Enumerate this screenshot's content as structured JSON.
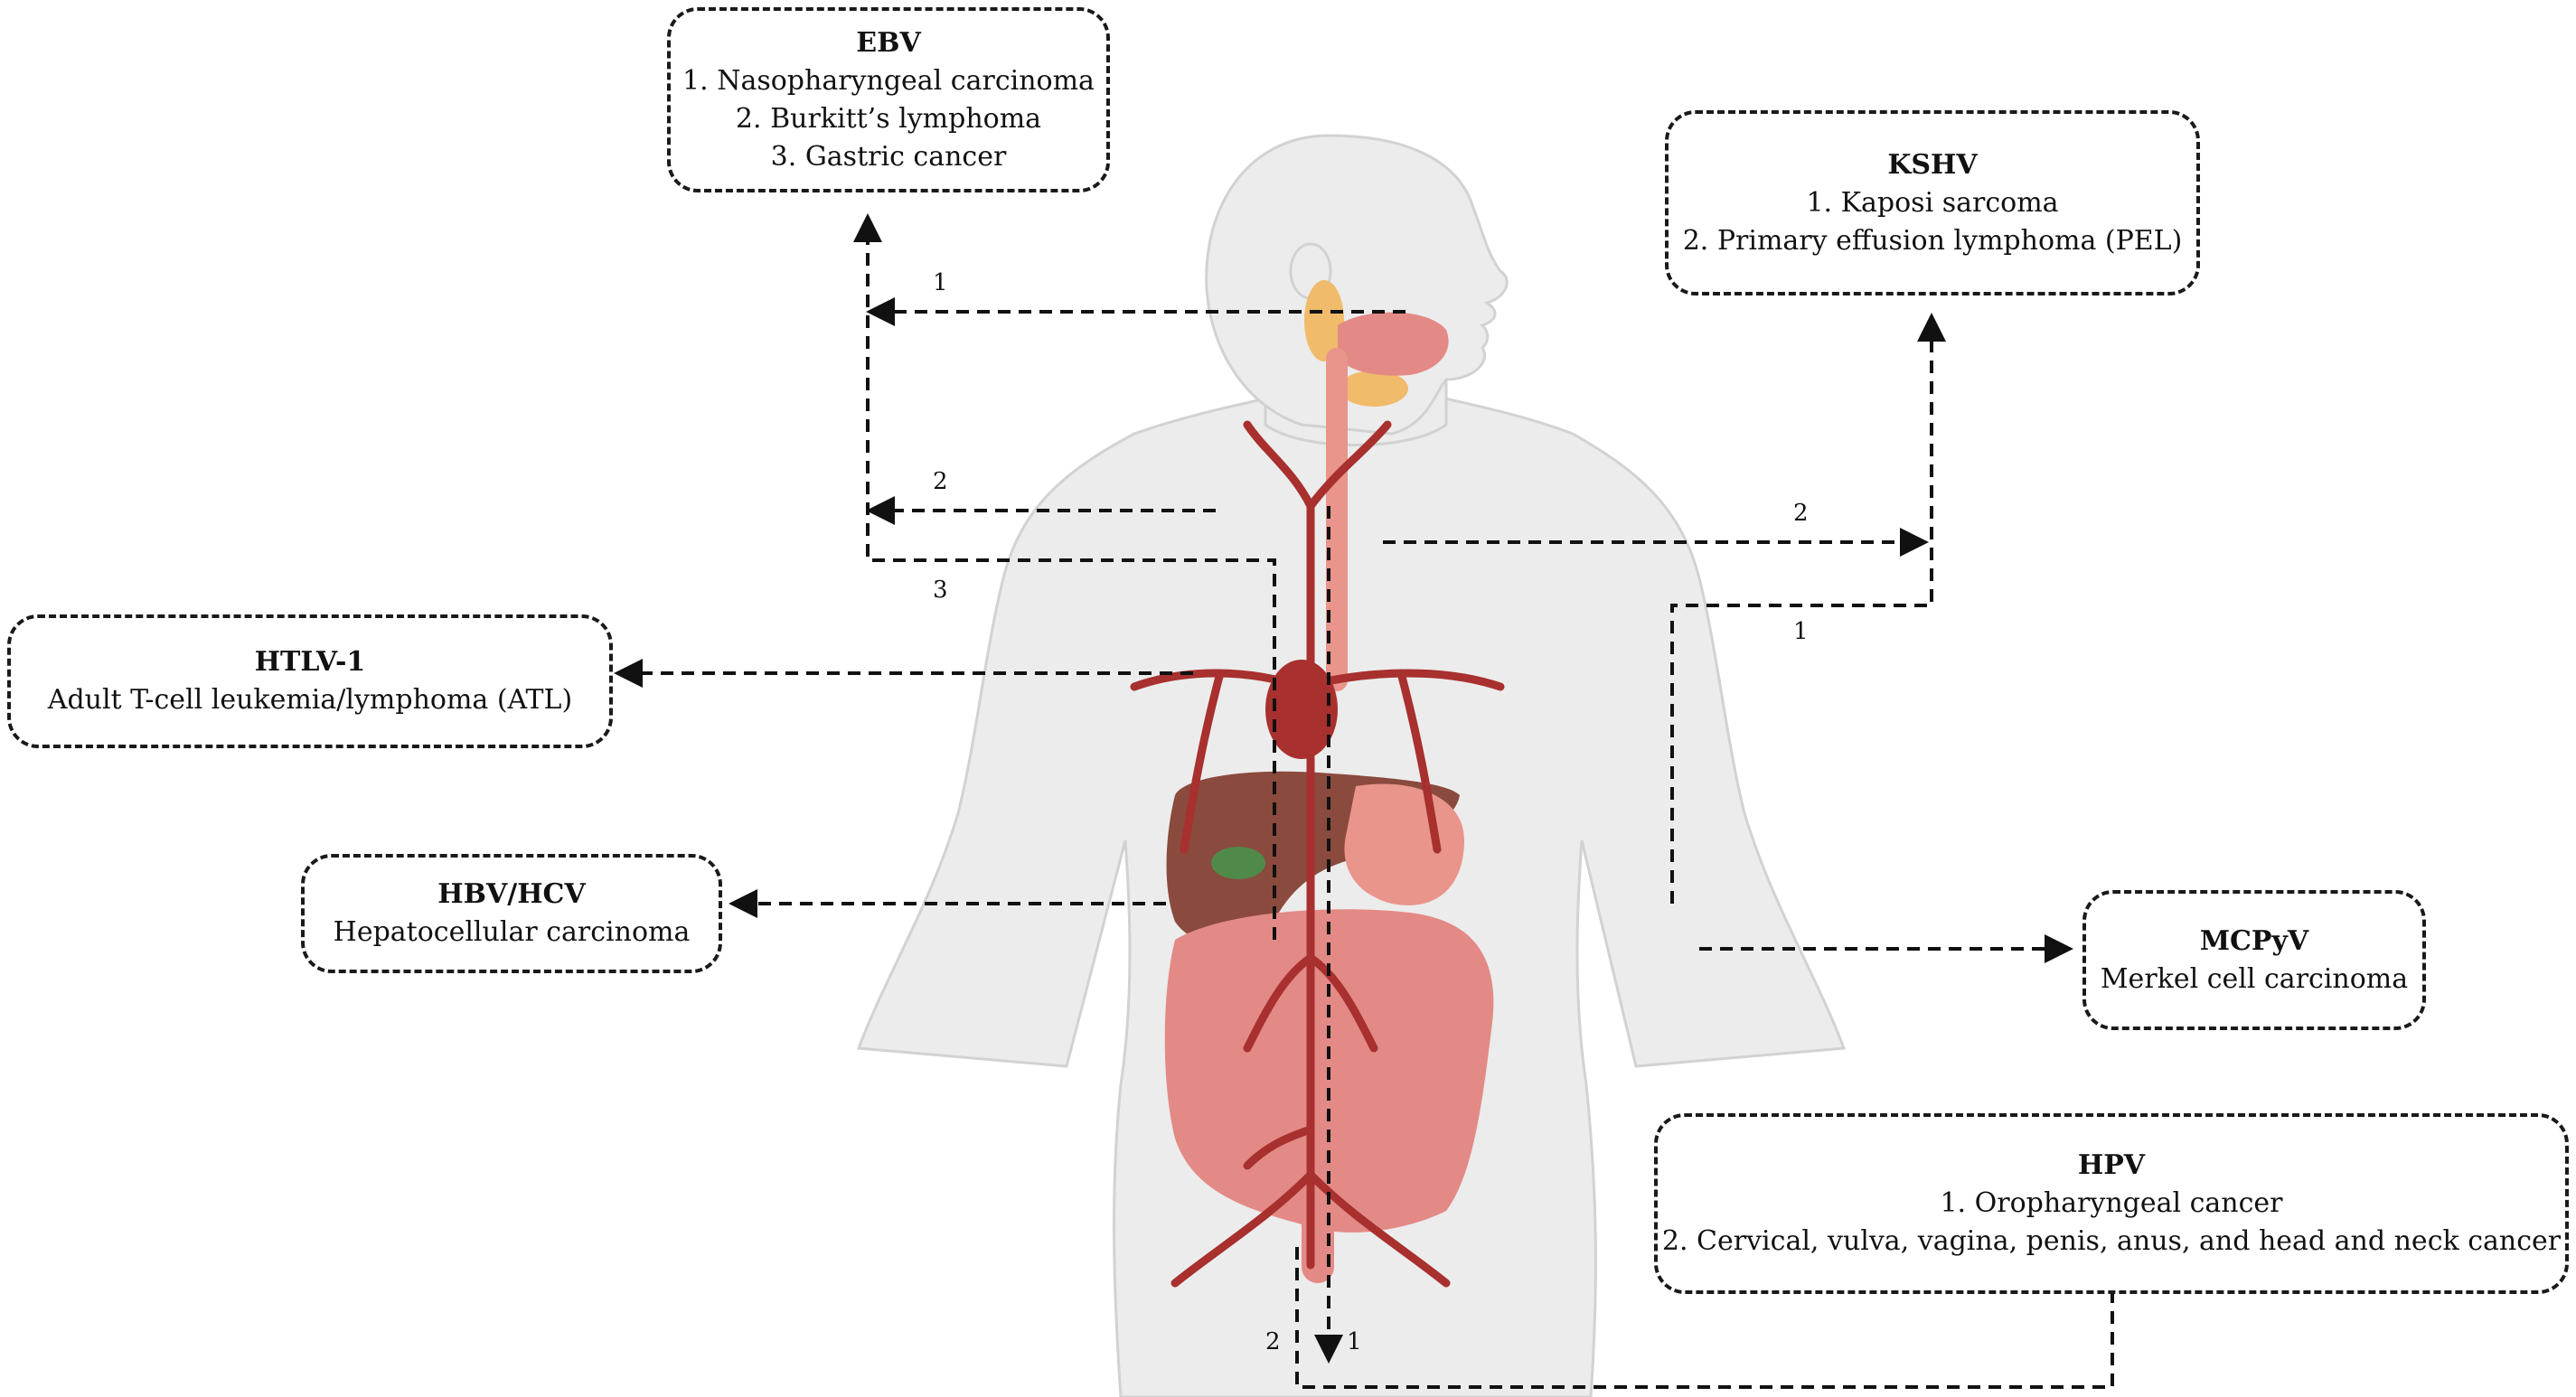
{
  "boxes": {
    "ebv": {
      "title": "EBV",
      "lines": [
        "1. Nasopharyngeal carcinoma",
        "2. Burkitt’s lymphoma",
        "3. Gastric cancer"
      ]
    },
    "kshv": {
      "title": "KSHV",
      "lines": [
        "1. Kaposi sarcoma",
        "2. Primary effusion lymphoma (PEL)"
      ]
    },
    "htlv1": {
      "title": "HTLV-1",
      "lines": [
        "Adult T-cell leukemia/lymphoma (ATL)"
      ]
    },
    "hbvhcv": {
      "title": "HBV/HCV",
      "lines": [
        "Hepatocellular carcinoma"
      ]
    },
    "mcpyv": {
      "title": "MCPyV",
      "lines": [
        "Merkel cell carcinoma"
      ]
    },
    "hpv": {
      "title": "HPV",
      "lines": [
        "1. Oropharyngeal cancer",
        "2. Cervical, vulva, vagina, penis, anus, and head and neck cancer"
      ]
    }
  },
  "arrow_labels": {
    "ebv_1": "1",
    "ebv_2": "2",
    "ebv_3": "3",
    "kshv_2": "2",
    "kshv_1": "1",
    "hpv_2": "2",
    "hpv_1": "1"
  },
  "colors": {
    "body_fill": "#ececec",
    "body_outline": "#d2d2d2",
    "artery": "#a8302e",
    "liver": "#8a4a3e",
    "intestine": "#e38a86",
    "stomach": "#e9958c",
    "gland": "#f0bb6a",
    "dash_line": "#111111"
  }
}
